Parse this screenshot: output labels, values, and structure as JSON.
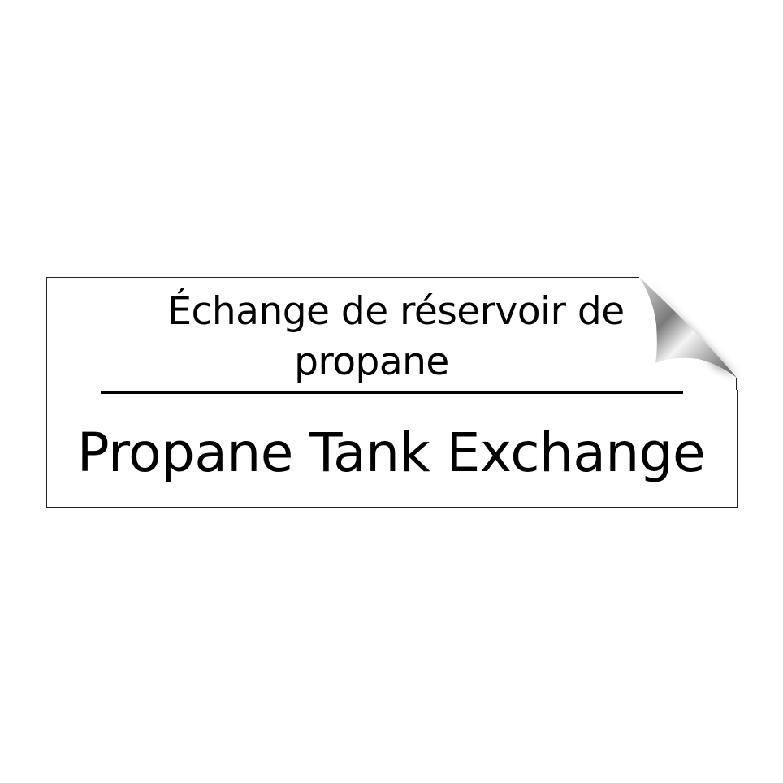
{
  "sticker": {
    "french_line_1": "Échange de réservoir de",
    "french_line_2": "propane",
    "english_text": "Propane Tank Exchange"
  }
}
